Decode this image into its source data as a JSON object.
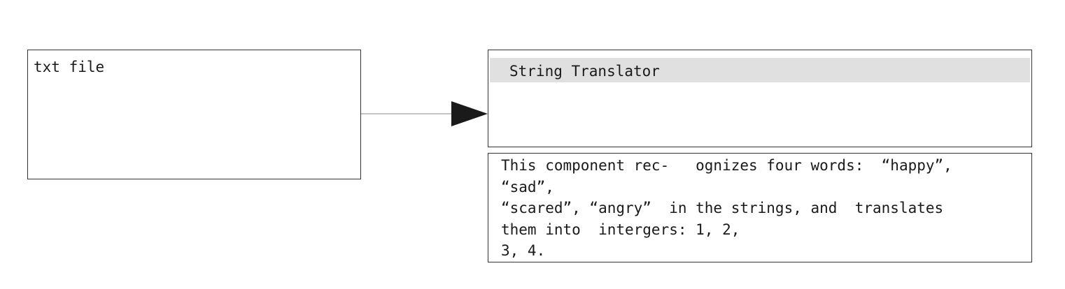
{
  "nodes": {
    "source": {
      "label": "txt file"
    },
    "component": {
      "title": "String Translator"
    },
    "description": {
      "lines": [
        "This component rec-   ognizes four words:  “happy”,",
        "“sad”,",
        "“scared”, “angry”  in the strings, and  translates",
        "them into  intergers: 1, 2,",
        "3, 4."
      ]
    }
  },
  "colors": {
    "border": "#333333",
    "header_fill": "#e0e0e0",
    "arrow": "#1a1a1a",
    "connector": "#888888"
  }
}
